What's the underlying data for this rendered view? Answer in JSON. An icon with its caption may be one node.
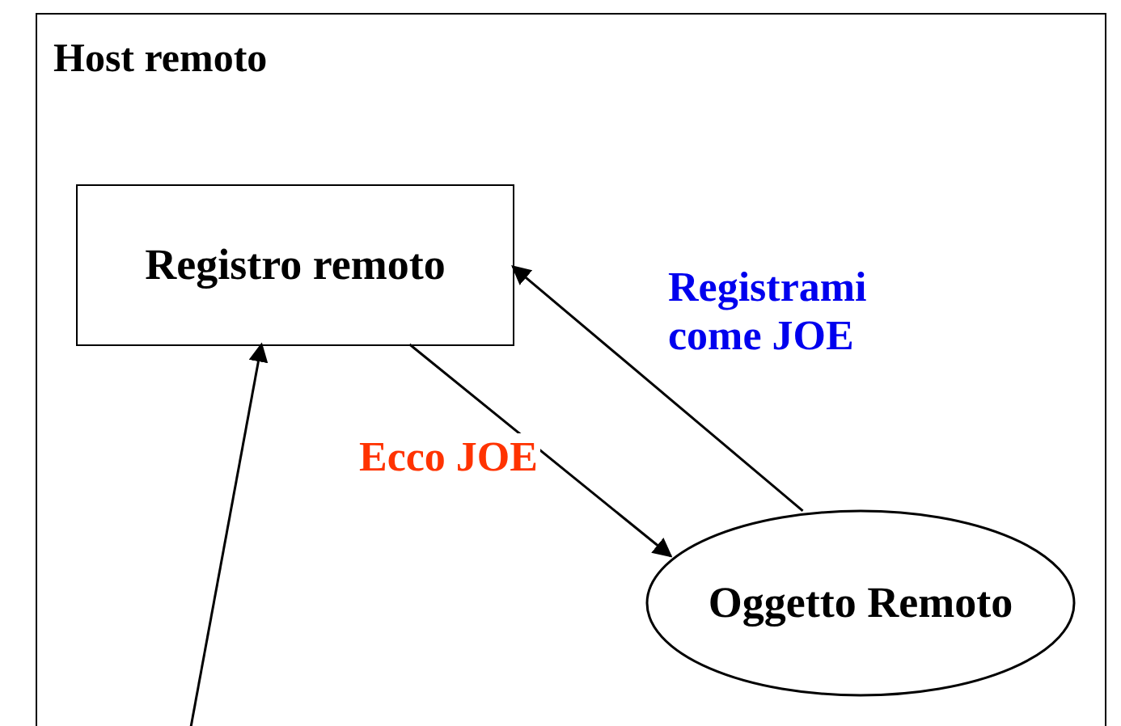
{
  "diagram": {
    "nodes": [
      {
        "text": [
          "Host remoto"
        ]
      },
      {
        "text": [
          "Registro remoto"
        ],
        "in": 0
      },
      {
        "text": [
          "Oggetto Remoto"
        ],
        "in": 0
      }
    ],
    "edges": [
      {
        "from": 1,
        "to": 2,
        "arrow": "to",
        "label": "Ecco JOE"
      },
      {
        "from": 2,
        "to": 1,
        "arrow": "to",
        "label": "Registrami come JOE"
      },
      {
        "from": null,
        "to": 1,
        "arrow": "to"
      }
    ]
  }
}
